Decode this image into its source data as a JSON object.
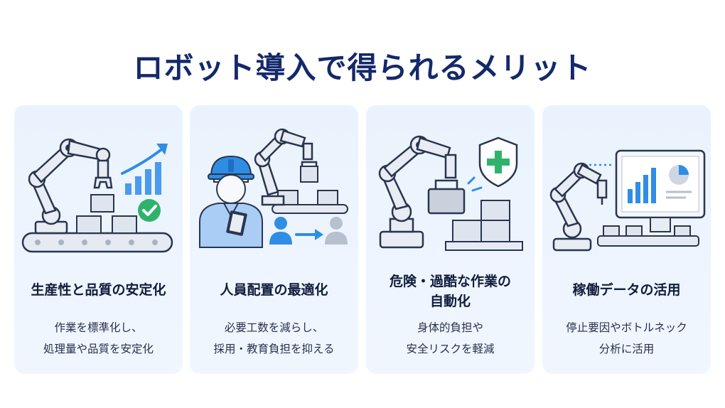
{
  "title": "ロボット導入で得られるメリット",
  "cards": [
    {
      "title": "生産性と品質の安定化",
      "desc": [
        "作業を標準化し、",
        "処理量や品質を安定化"
      ]
    },
    {
      "title": "人員配置の最適化",
      "desc": [
        "必要工数を減らし、",
        "採用・教育負担を抑える"
      ]
    },
    {
      "title_lines": [
        "危険・過酷な作業の",
        "自動化"
      ],
      "desc": [
        "身体的負担や",
        "安全リスクを軽減"
      ]
    },
    {
      "title": "稼働データの活用",
      "desc": [
        "停止要因やボトルネック",
        "分析に活用"
      ]
    }
  ],
  "colors": {
    "title": "#14296b",
    "card_bg": "#eaf3fd",
    "accent": "#2f8de4",
    "check": "#2fb36c",
    "robot": "#e8ecf3",
    "outline": "#2a3550"
  }
}
